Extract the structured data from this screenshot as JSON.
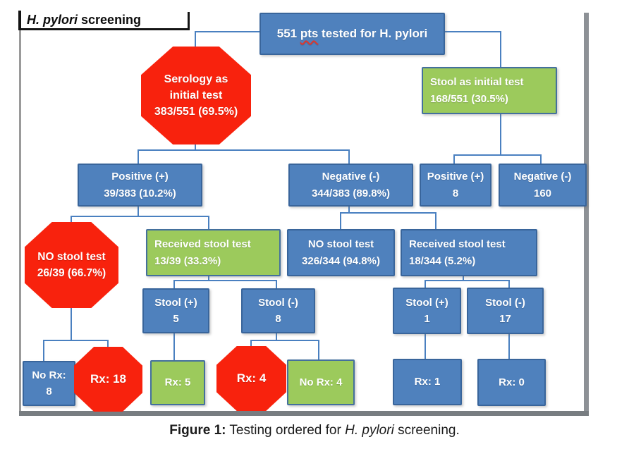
{
  "header": {
    "title_italic": "H. pylori",
    "title_rest": " screening"
  },
  "caption": {
    "figure_label": "Figure 1:",
    "text_before": " Testing ordered for ",
    "italic": "H. pylori",
    "text_after": " screening."
  },
  "colors": {
    "node_blue": "#4f81bd",
    "node_blue_border": "#39659b",
    "node_green": "#9cca5c",
    "node_green_border": "#44709d",
    "node_red": "#f8220d",
    "connector_blue": "#4a80c0",
    "frame_grey": "#8d9196",
    "spellcheck_red": "#e0362a"
  },
  "nodes": {
    "root": {
      "pre": "551 ",
      "misspelled": "pts",
      "post": " tested for H. pylori"
    },
    "serology": {
      "line1": "Serology as",
      "line2": "initial test",
      "line3": "383/551 (69.5%)"
    },
    "stool_initial": {
      "line1": "Stool as initial test",
      "line2": "168/551 (30.5%)"
    },
    "serology_positive": {
      "line1": "Positive (+)",
      "line2": "39/383 (10.2%)"
    },
    "serology_negative": {
      "line1": "Negative (-)",
      "line2": "344/383 (89.8%)"
    },
    "stool_positive": {
      "line1": "Positive (+)",
      "line2": "8"
    },
    "stool_negative": {
      "line1": "Negative (-)",
      "line2": "160"
    },
    "no_stool_pos": {
      "line1": "NO stool test",
      "line2": "26/39 (66.7%)"
    },
    "received_stool_pos": {
      "line1": "Received stool test",
      "line2": "13/39 (33.3%)"
    },
    "no_stool_neg": {
      "line1": "NO stool test",
      "line2": "326/344 (94.8%)"
    },
    "received_stool_neg": {
      "line1": "Received stool test",
      "line2": "18/344 (5.2%)"
    },
    "stool_pos_5": {
      "line1": "Stool (+)",
      "line2": "5"
    },
    "stool_neg_8": {
      "line1": "Stool (-)",
      "line2": "8"
    },
    "stool_pos_1": {
      "line1": "Stool (+)",
      "line2": "1"
    },
    "stool_neg_17": {
      "line1": "Stool (-)",
      "line2": "17"
    },
    "no_rx_8": {
      "line1": "No Rx:",
      "line2": "8"
    },
    "rx_18": {
      "line1": "Rx: 18"
    },
    "rx_5": {
      "line1": "Rx: 5"
    },
    "rx_4": {
      "line1": "Rx: 4"
    },
    "no_rx_4": {
      "line1": "No Rx: 4"
    },
    "rx_1": {
      "line1": "Rx: 1"
    },
    "rx_0": {
      "line1": "Rx: 0"
    }
  }
}
